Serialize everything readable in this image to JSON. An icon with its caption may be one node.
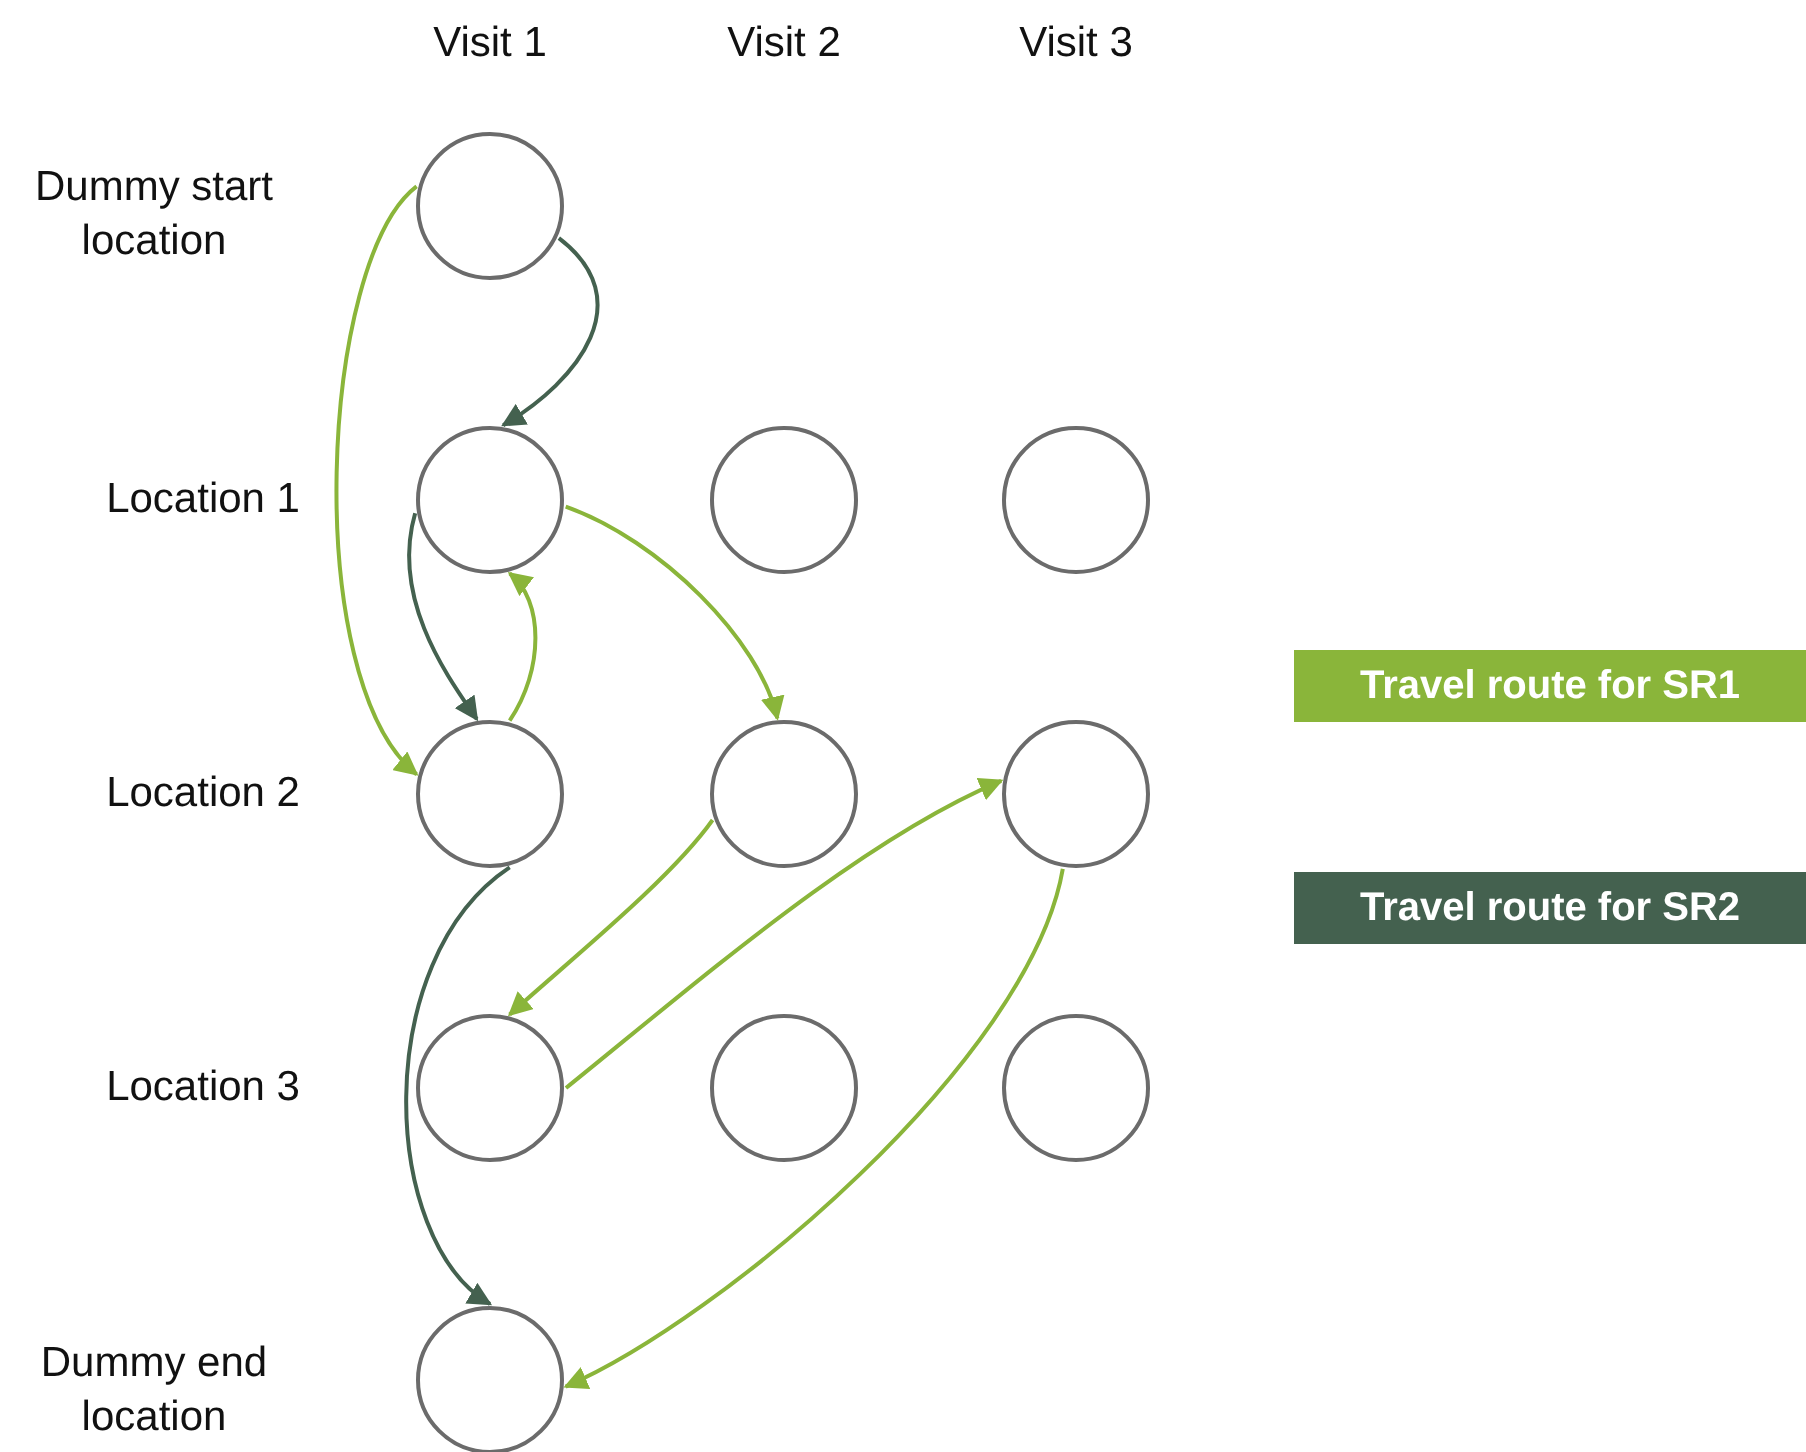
{
  "diagram": {
    "nodes": [
      {
        "text": [],
        "shape": "circle"
      },
      {
        "text": [],
        "shape": "circle"
      },
      {
        "text": [],
        "shape": "circle"
      },
      {
        "text": [],
        "shape": "circle"
      },
      {
        "text": [],
        "shape": "circle"
      },
      {
        "text": [],
        "shape": "circle"
      },
      {
        "text": [],
        "shape": "circle"
      },
      {
        "text": [],
        "shape": "circle"
      },
      {
        "text": [],
        "shape": "circle"
      },
      {
        "text": [],
        "shape": "circle"
      },
      {
        "text": [],
        "shape": "circle"
      }
    ],
    "edges": [
      {
        "from": 0,
        "to": 4,
        "arrow": "to"
      },
      {
        "from": 1,
        "to": 5,
        "arrow": "to"
      },
      {
        "from": 4,
        "to": 1,
        "arrow": "to"
      },
      {
        "from": 5,
        "to": 7,
        "arrow": "to"
      },
      {
        "from": 7,
        "to": 6,
        "arrow": "to"
      },
      {
        "from": 6,
        "to": 10,
        "arrow": "to"
      },
      {
        "from": 0,
        "to": 1,
        "arrow": "to",
        "color": "#44614f"
      },
      {
        "from": 1,
        "to": 4,
        "arrow": "to",
        "color": "#44614f"
      },
      {
        "from": 4,
        "to": 10,
        "arrow": "to",
        "color": "#44614f"
      }
    ],
    "labels": [
      "Visit 1",
      "Visit 2",
      "Visit 3",
      "Dummy start location",
      "Location 1",
      "Location 2",
      "Location 3",
      "Dummy end location"
    ],
    "legend": [
      {
        "text": "Travel route for SR1",
        "color": "#8ab53a"
      },
      {
        "text": "Travel route for SR2",
        "color": "#44614f"
      }
    ]
  }
}
